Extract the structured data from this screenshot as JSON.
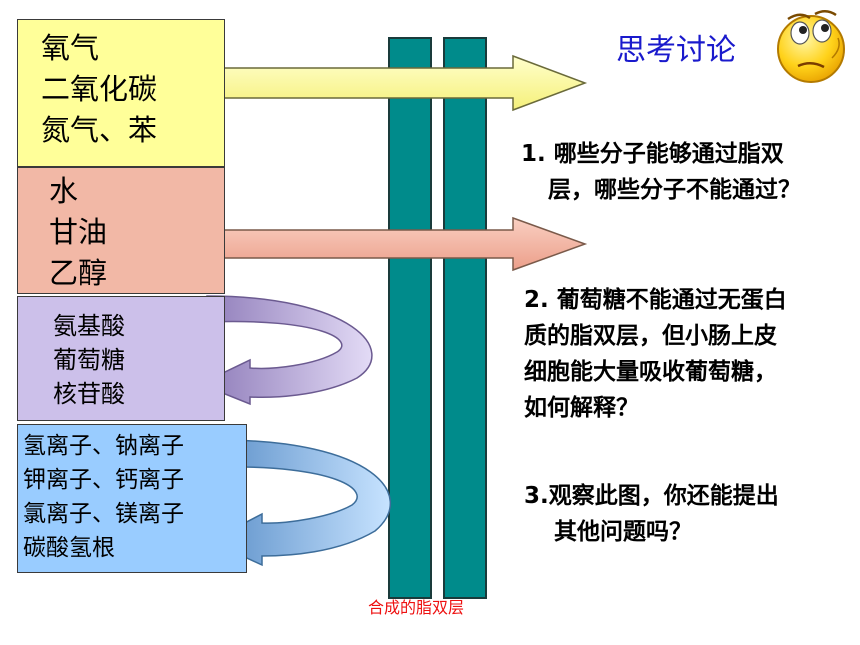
{
  "discussion_title": "思考讨论",
  "membrane_caption": "合成的脂双层",
  "molecule_groups": [
    {
      "lines": [
        "氧气",
        "二氧化碳",
        "氮气、苯"
      ]
    },
    {
      "lines": [
        "水",
        "甘油",
        "乙醇"
      ]
    },
    {
      "lines": [
        "氨基酸",
        "葡萄糖",
        "核苷酸"
      ]
    },
    {
      "lines": [
        "氢离子、钠离子",
        "钾离子、钙离子",
        "氯离子、镁离子",
        "碳酸氢根"
      ]
    }
  ],
  "questions": [
    {
      "lines": [
        "1. 哪些分子能够通过脂双",
        "层，哪些分子不能通过？"
      ]
    },
    {
      "lines": [
        "2. 葡萄糖不能通过无蛋白",
        "质的脂双层，但小肠上皮",
        "细胞能大量吸收葡萄糖，",
        "如何解释？"
      ]
    },
    {
      "lines": [
        "3.观察此图，你还能提出",
        "其他问题吗？"
      ]
    }
  ],
  "colors": {
    "gas_box": "#ffff99",
    "water_box": "#f2b8a6",
    "amino_box": "#ccc0ea",
    "ion_box": "#99ccff",
    "membrane": "#008b8b",
    "title_text": "#1a1acc",
    "caption_text": "#ee1111"
  },
  "icons": [
    "thinking-face-icon",
    "pass-through-arrow-icon",
    "bounce-back-arrow-icon"
  ]
}
